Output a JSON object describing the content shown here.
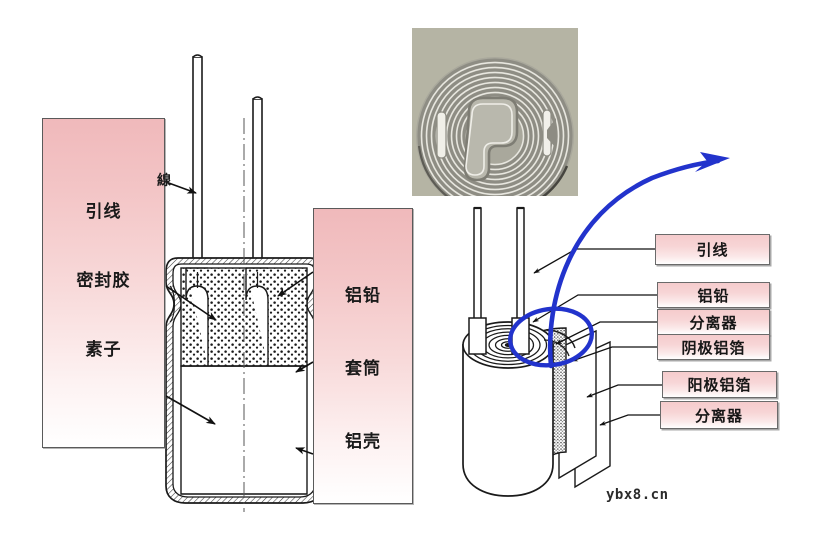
{
  "figure": {
    "title_text_visible": false,
    "watermark": "ybx8.cn",
    "lead_marker": "線"
  },
  "left_panel": {
    "name": "capacitor-structure-labels",
    "lines": [
      "引线",
      "密封胶",
      "素子"
    ]
  },
  "mid_panel": {
    "name": "capacitor-casing-labels",
    "lines": [
      "铝铅",
      "套筒",
      "铝壳"
    ]
  },
  "callouts": {
    "name": "winding-layer-labels",
    "items": [
      {
        "label": "引线"
      },
      {
        "label": "铝铅"
      },
      {
        "label": "分离器"
      },
      {
        "label": "阴极铝箔"
      },
      {
        "label": "阳极铝箔"
      },
      {
        "label": "分离器"
      }
    ]
  },
  "photo": {
    "caption": "",
    "alt_name": "wound-capacitor-element-photo"
  },
  "colors": {
    "panel_pink_top": "#f0b9bb",
    "panel_pink_bottom": "#ffffff",
    "callout_pink": "#f5cbcc",
    "arrow_blue": "#2233cc",
    "line_black": "#1a1a1a",
    "photo_background": "#b4b3a3"
  }
}
